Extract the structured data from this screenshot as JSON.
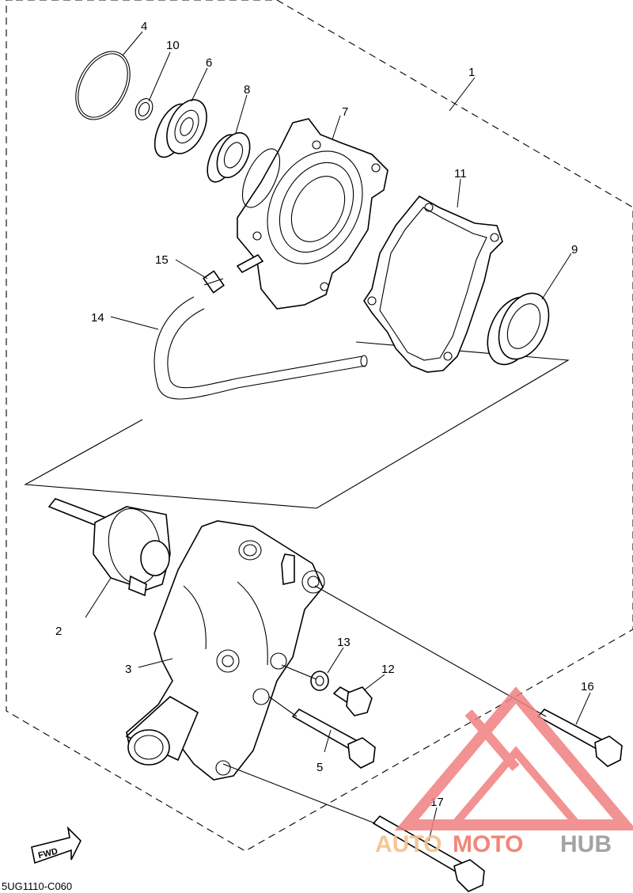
{
  "diagram": {
    "callouts": [
      {
        "id": "1",
        "label": "1"
      },
      {
        "id": "2",
        "label": "2"
      },
      {
        "id": "3",
        "label": "3"
      },
      {
        "id": "4",
        "label": "4"
      },
      {
        "id": "5",
        "label": "5"
      },
      {
        "id": "6",
        "label": "6"
      },
      {
        "id": "7",
        "label": "7"
      },
      {
        "id": "8",
        "label": "8"
      },
      {
        "id": "9",
        "label": "9"
      },
      {
        "id": "10",
        "label": "10"
      },
      {
        "id": "11",
        "label": "11"
      },
      {
        "id": "12",
        "label": "12"
      },
      {
        "id": "13",
        "label": "13"
      },
      {
        "id": "14",
        "label": "14"
      },
      {
        "id": "15",
        "label": "15"
      },
      {
        "id": "16",
        "label": "16"
      },
      {
        "id": "17",
        "label": "17"
      }
    ],
    "fwd_label": "FWD",
    "drawing_code": "5UG1110-C060"
  },
  "watermark": {
    "part1": "AUTO",
    "part2": "MOTO",
    "part3": "HUB",
    "colors": {
      "auto": "#f5c08a",
      "moto": "#f07a6a",
      "hub": "#9a9a9a",
      "triangle": "#f08080"
    }
  }
}
